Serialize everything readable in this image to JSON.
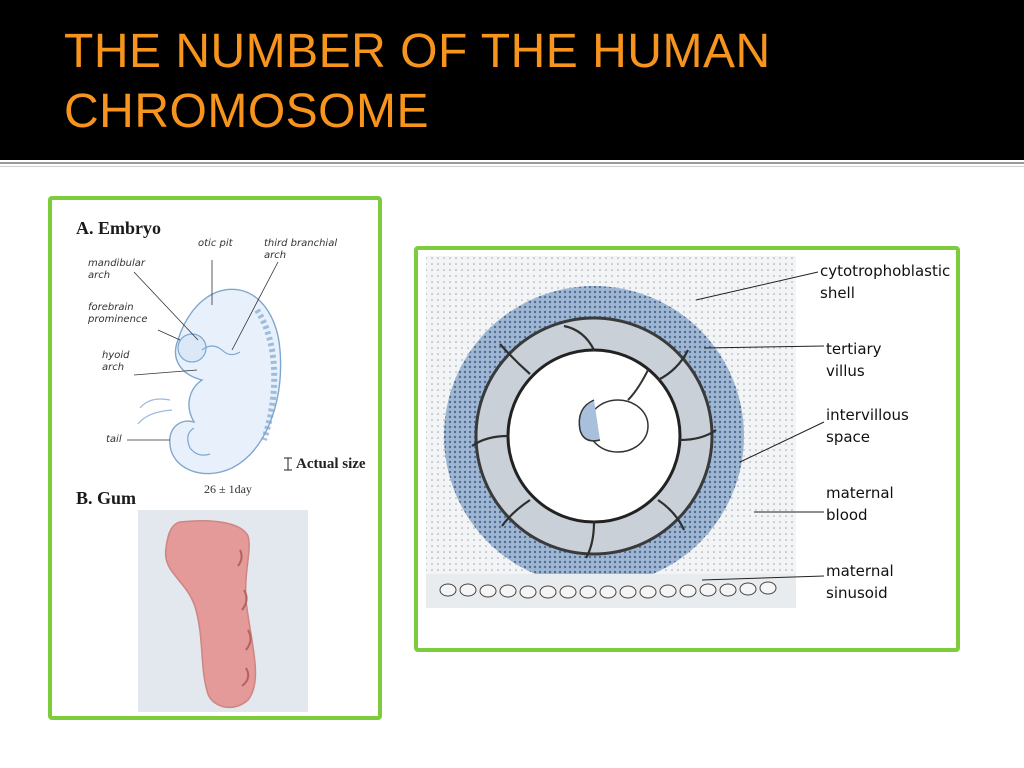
{
  "slide": {
    "title_line1": "THE NUMBER OF THE HUMAN",
    "title_line2": "CHROMOSOME",
    "title_color": "#f7941d",
    "frame_color": "#7ccc3b"
  },
  "left_figure": {
    "section_a": "A. Embryo",
    "labels": {
      "otic_pit": "otic pit",
      "third_branchial_arch": "third branchial\narch",
      "mandibular_arch": "mandibular\narch",
      "forebrain_prominence": "forebrain\nprominence",
      "hyoid_arch": "hyoid\narch",
      "tail": "tail"
    },
    "actual_size": "Actual size",
    "age": "26 ± 1day",
    "section_b": "B. Gum"
  },
  "right_figure": {
    "labels": {
      "cytotrophoblastic_shell": "cytotrophoblastic\nshell",
      "tertiary_villus": "tertiary\nvillus",
      "intervillous_space": "intervillous\nspace",
      "maternal_blood": "maternal\nblood",
      "maternal_sinusoid": "maternal\nsinusoid"
    }
  }
}
